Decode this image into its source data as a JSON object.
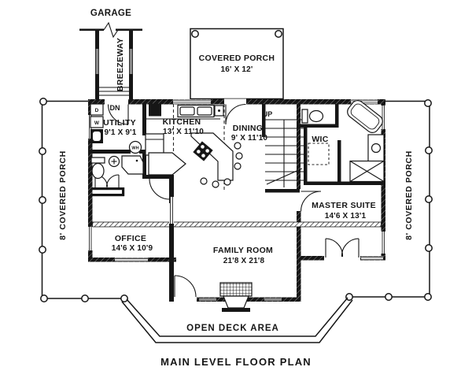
{
  "title": "MAIN LEVEL FLOOR PLAN",
  "colors": {
    "ink": "#161616",
    "paper": "#ffffff",
    "window_gray": "#8a8a8a"
  },
  "labels": {
    "garage": "GARAGE",
    "breezeway": "BREEZEWAY",
    "covered_porch": {
      "name": "COVERED PORCH",
      "dims": "16' X 12'"
    },
    "porch_left": "8' COVERED PORCH",
    "porch_right": "8' COVERED PORCH",
    "open_deck": "OPEN DECK AREA"
  },
  "rooms": {
    "utility": {
      "name": "UTILITY",
      "dims": "9'1 X 9'1"
    },
    "kitchen": {
      "name": "KITCHEN",
      "dims": "13' X 11'10"
    },
    "dining": {
      "name": "DINING",
      "dims": "9' X 11'10"
    },
    "wic": {
      "name": "WIC"
    },
    "master_suite": {
      "name": "MASTER SUITE",
      "dims": "14'6 X 13'1"
    },
    "office": {
      "name": "OFFICE",
      "dims": "14'6 X 10'9"
    },
    "family_room": {
      "name": "FAMILY ROOM",
      "dims": "21'8 X 21'8"
    }
  },
  "annotations": {
    "down": "DN",
    "up": "UP",
    "dryer": "D",
    "washer": "W",
    "water_heater": "WH"
  }
}
